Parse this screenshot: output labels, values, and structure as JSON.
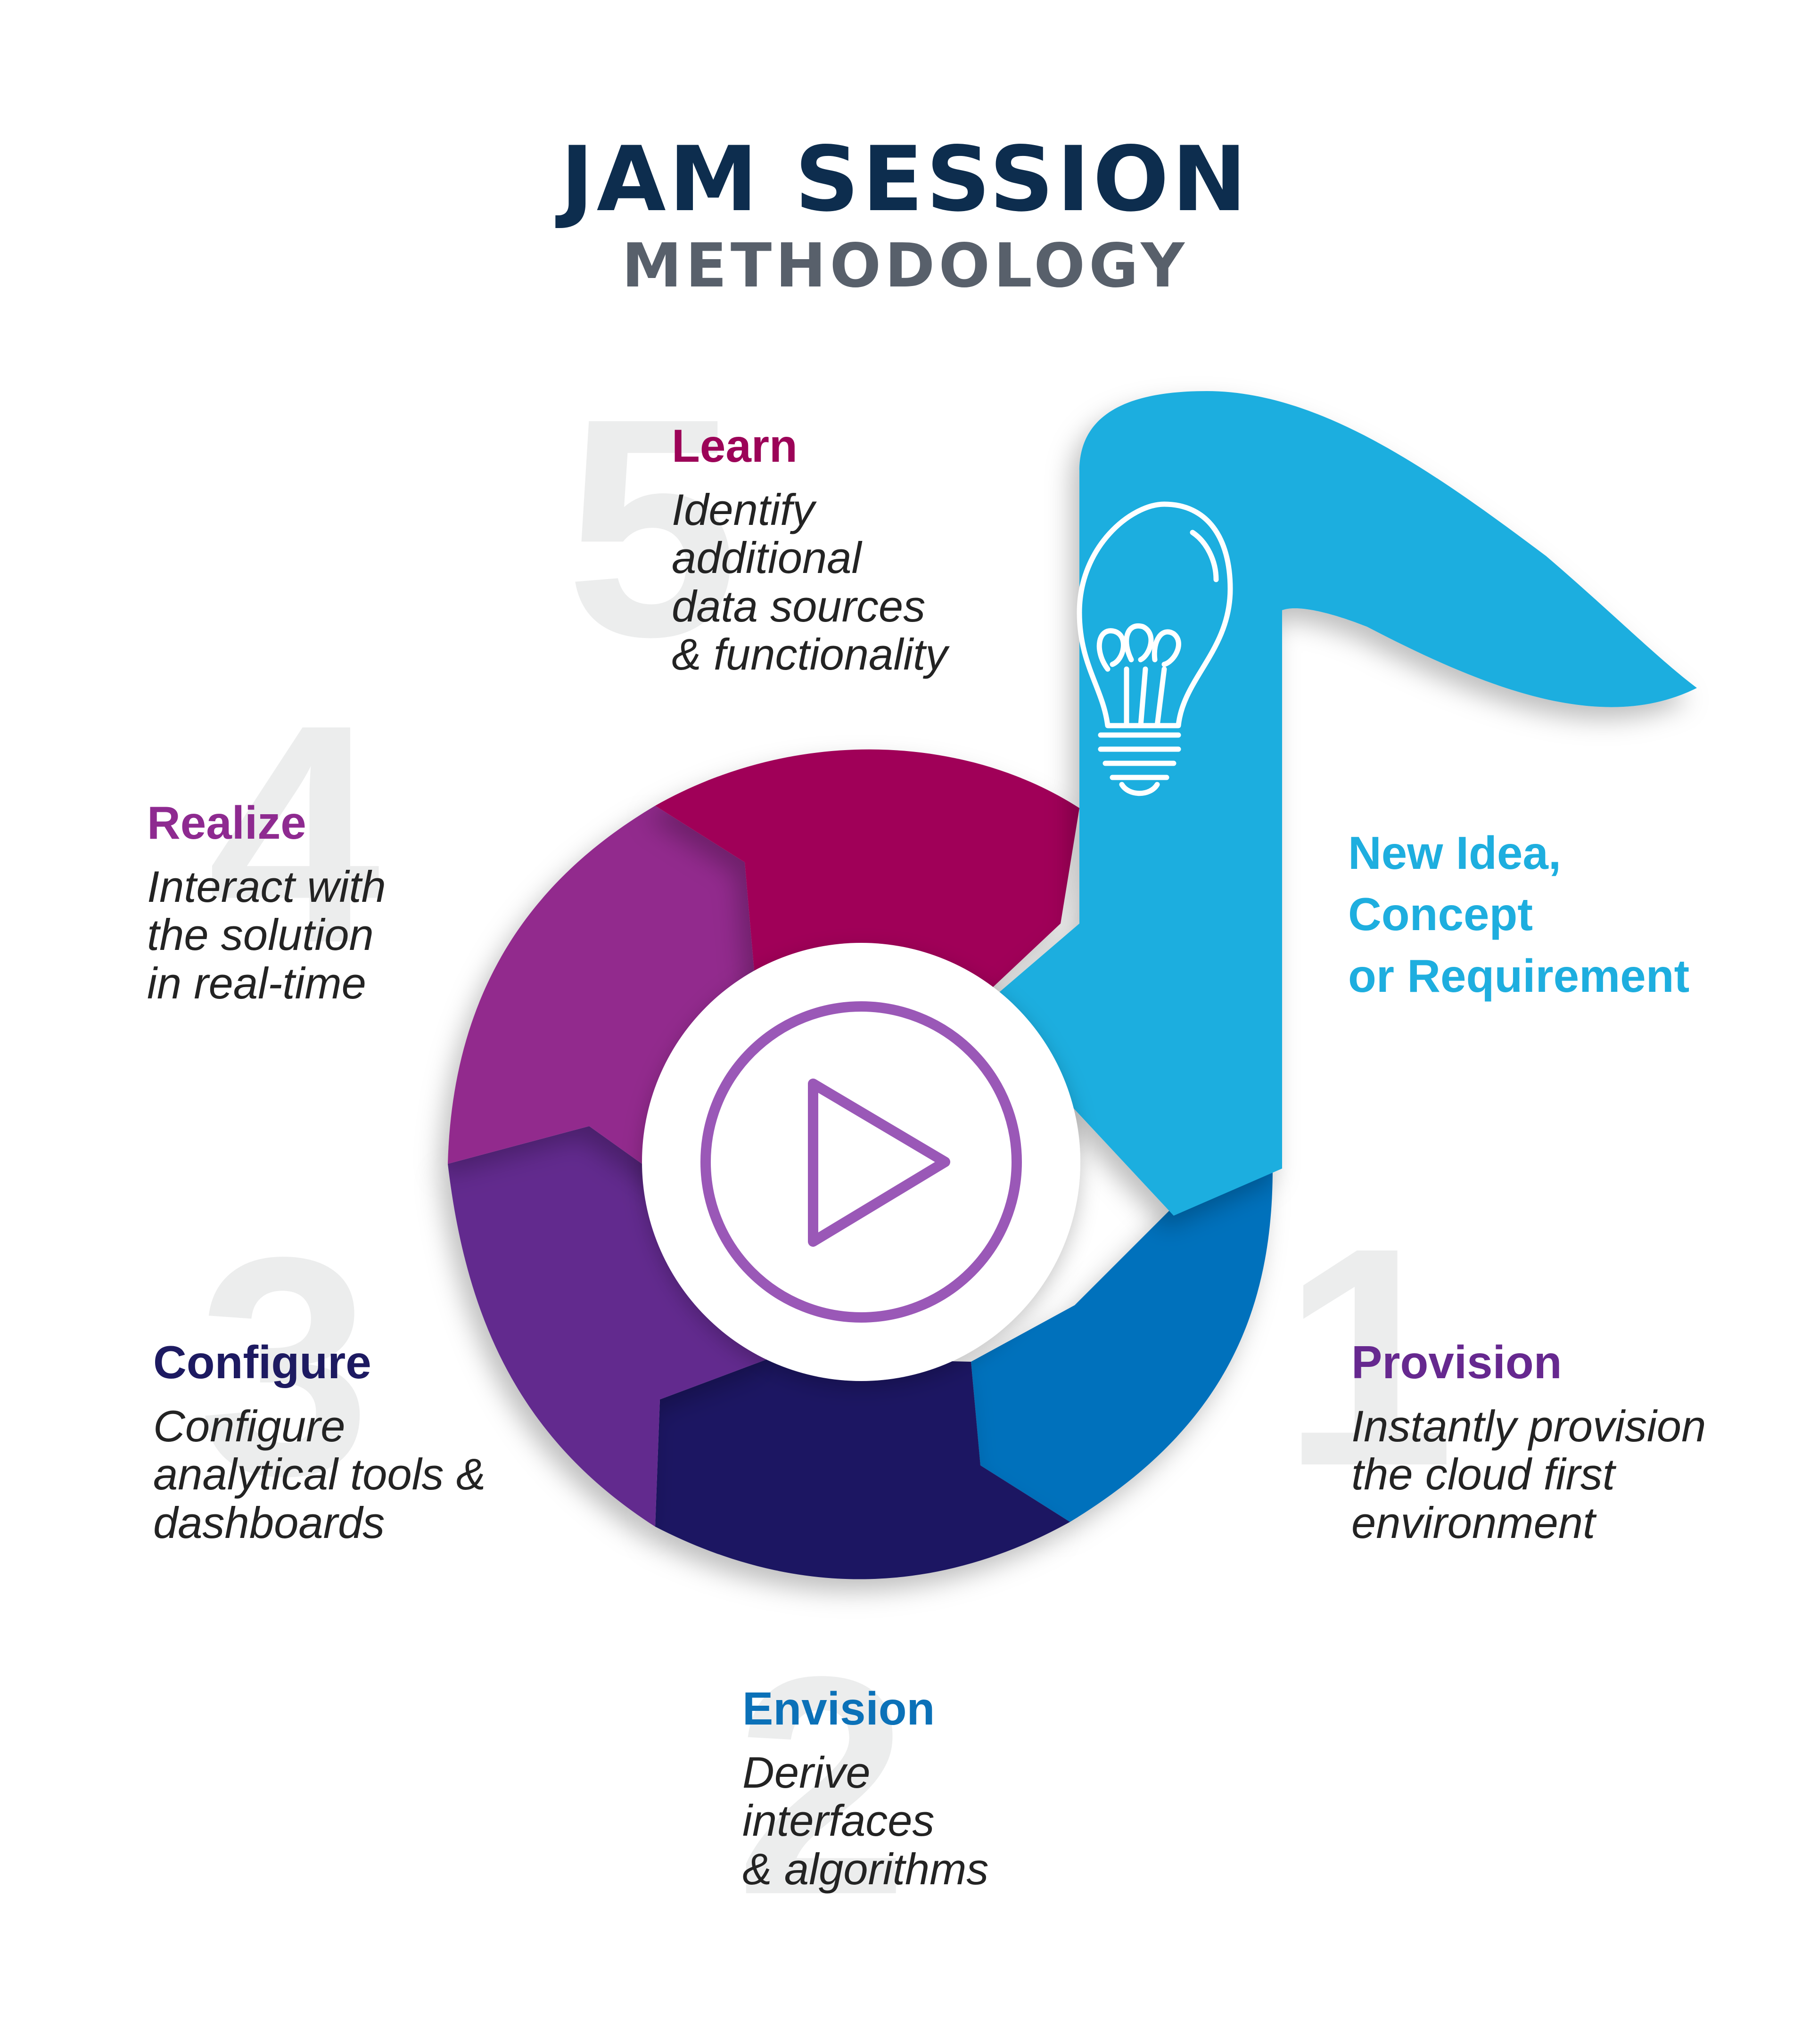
{
  "title": {
    "main": "JAM SESSION",
    "sub": "METHODOLOGY"
  },
  "idea": {
    "text": "New Idea,\nConcept\nor Requirement",
    "color": "#1eaedf"
  },
  "steps": [
    {
      "number": "1",
      "title": "Provision",
      "desc": "Instantly provision\nthe cloud first\nenvironment",
      "color": "#66288f"
    },
    {
      "number": "2",
      "title": "Envision",
      "desc": "Derive\ninterfaces\n& algorithms",
      "color": "#0b71b8"
    },
    {
      "number": "3",
      "title": "Configure",
      "desc": "Configure\nanalytical tools &\ndashboards",
      "color": "#1d1a61"
    },
    {
      "number": "4",
      "title": "Realize",
      "desc": "Interact with\nthe solution\nin real-time",
      "color": "#8e2a90"
    },
    {
      "number": "5",
      "title": "Learn",
      "desc": "Identify\nadditional\ndata sources\n& functionality",
      "color": "#9c0358"
    }
  ],
  "segment_colors": {
    "provision": "#0271bc",
    "envision": "#1c1762",
    "configure": "#622a8e",
    "realize": "#922a8d",
    "learn": "#a00059",
    "note": "#1eaedf"
  },
  "icons": {
    "center": "play-icon",
    "idea": "lightbulb-icon"
  }
}
